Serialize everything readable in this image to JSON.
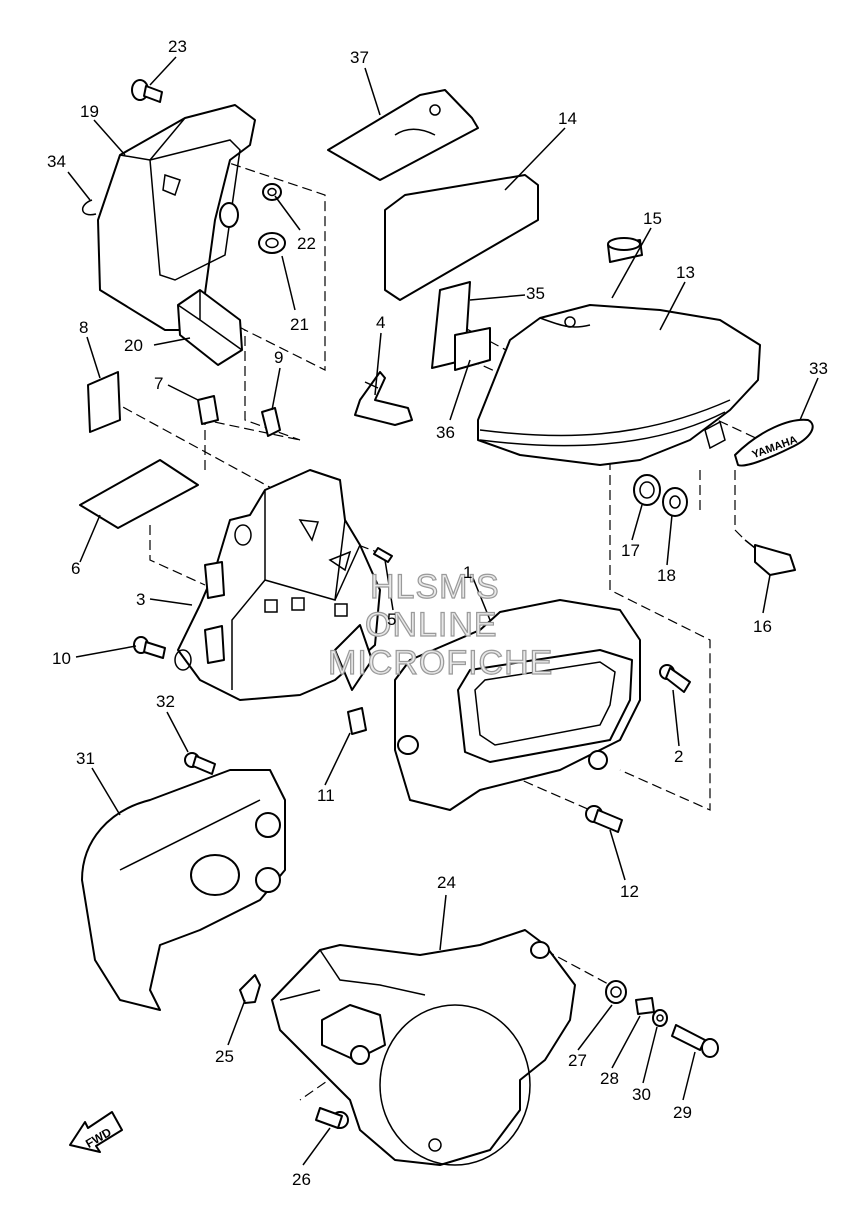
{
  "diagram": {
    "part_labels": [
      "1",
      "2",
      "3",
      "4",
      "5",
      "6",
      "7",
      "8",
      "9",
      "10",
      "11",
      "12",
      "13",
      "14",
      "15",
      "16",
      "17",
      "18",
      "19",
      "20",
      "21",
      "22",
      "23",
      "24",
      "25",
      "26",
      "27",
      "28",
      "29",
      "30",
      "31",
      "32",
      "33",
      "34",
      "35",
      "36",
      "37"
    ],
    "emblem_text": "YAMAHA",
    "direction_badge": "FWD",
    "watermark": [
      "HLSM'S",
      "ONLINE",
      "MICROFICHE"
    ]
  }
}
